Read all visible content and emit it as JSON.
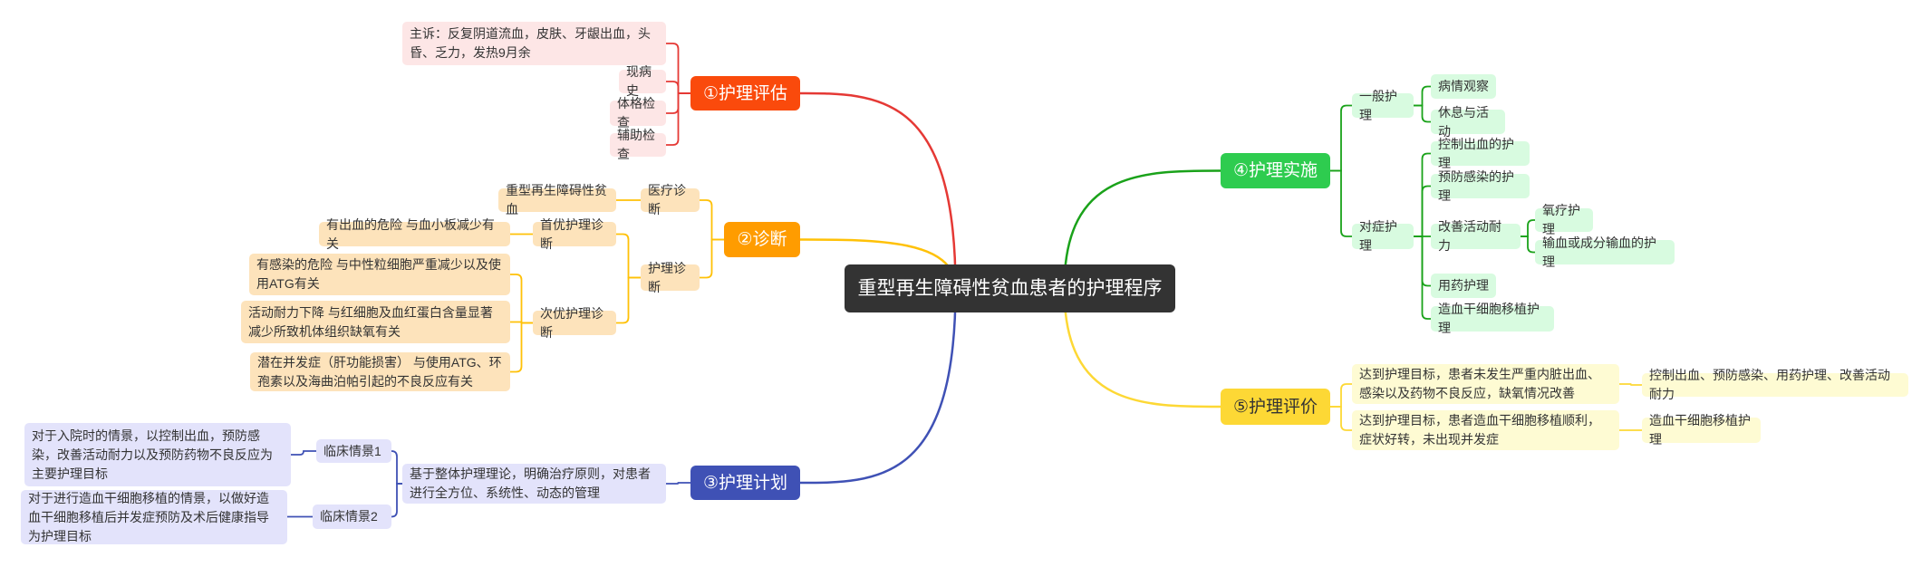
{
  "center": "重型再生障碍性贫血患者的护理程序",
  "colors": {
    "assessment": "#e53935",
    "diagnosis": "#ffc107",
    "plan": "#3f51b5",
    "implementation": "#1aa21a",
    "evaluation": "#fdd835",
    "assessment_node": "#fa4a0c",
    "diagnosis_node": "#ff9c00",
    "plan_node": "#3f51b5",
    "implementation_node": "#2ecc4f",
    "evaluation_node": "#fdd835"
  },
  "assessment": {
    "title": "①护理评估",
    "items": [
      "主诉：反复阴道流血，皮肤、牙龈出血，头昏、乏力，发热9月余",
      "现病史",
      "体格检查",
      "辅助检查"
    ]
  },
  "diagnosis": {
    "title": "②诊断",
    "medical": {
      "label": "医疗诊断",
      "item": "重型再生障碍性贫血"
    },
    "nursing": {
      "label": "护理诊断",
      "primary": {
        "label": "首优护理诊断",
        "items": [
          "有出血的危险  与血小板减少有关"
        ]
      },
      "secondary": {
        "label": "次优护理诊断",
        "items": [
          "有感染的危险  与中性粒细胞严重减少以及使用ATG有关",
          "活动耐力下降 与红细胞及血红蛋白含量显著减少所致机体组织缺氧有关",
          "潜在并发症（肝功能损害）  与使用ATG、环孢素以及海曲泊帕引起的不良反应有关"
        ]
      }
    }
  },
  "plan": {
    "title": "③护理计划",
    "basis": "基于整体护理理论，明确治疗原则，对患者进行全方位、系统性、动态的管理",
    "scenarios": [
      {
        "label": "临床情景1",
        "goal": "对于入院时的情景，以控制出血，预防感染，改善活动耐力以及预防药物不良反应为主要护理目标"
      },
      {
        "label": "临床情景2",
        "goal": "对于进行造血干细胞移植的情景，以做好造血干细胞移植后并发症预防及术后健康指导为护理目标"
      }
    ]
  },
  "implementation": {
    "title": "④护理实施",
    "general": {
      "label": "一般护理",
      "items": [
        "病情观察",
        "休息与活动"
      ]
    },
    "symptomatic": {
      "label": "对症护理",
      "items": [
        "控制出血的护理",
        "预防感染的护理",
        "改善活动耐力",
        "用药护理",
        "造血干细胞移植护理"
      ],
      "activity_sub": [
        "氧疗护理",
        "输血或成分输血的护理"
      ]
    }
  },
  "evaluation": {
    "title": "⑤护理评价",
    "results": [
      {
        "text": "达到护理目标，患者未发生严重内脏出血、感染以及药物不良反应，缺氧情况改善",
        "measures": "控制出血、预防感染、用药护理、改善活动耐力"
      },
      {
        "text": "达到护理目标，患者造血干细胞移植顺利，症状好转，未出现并发症",
        "measures": "造血干细胞移植护理"
      }
    ]
  }
}
